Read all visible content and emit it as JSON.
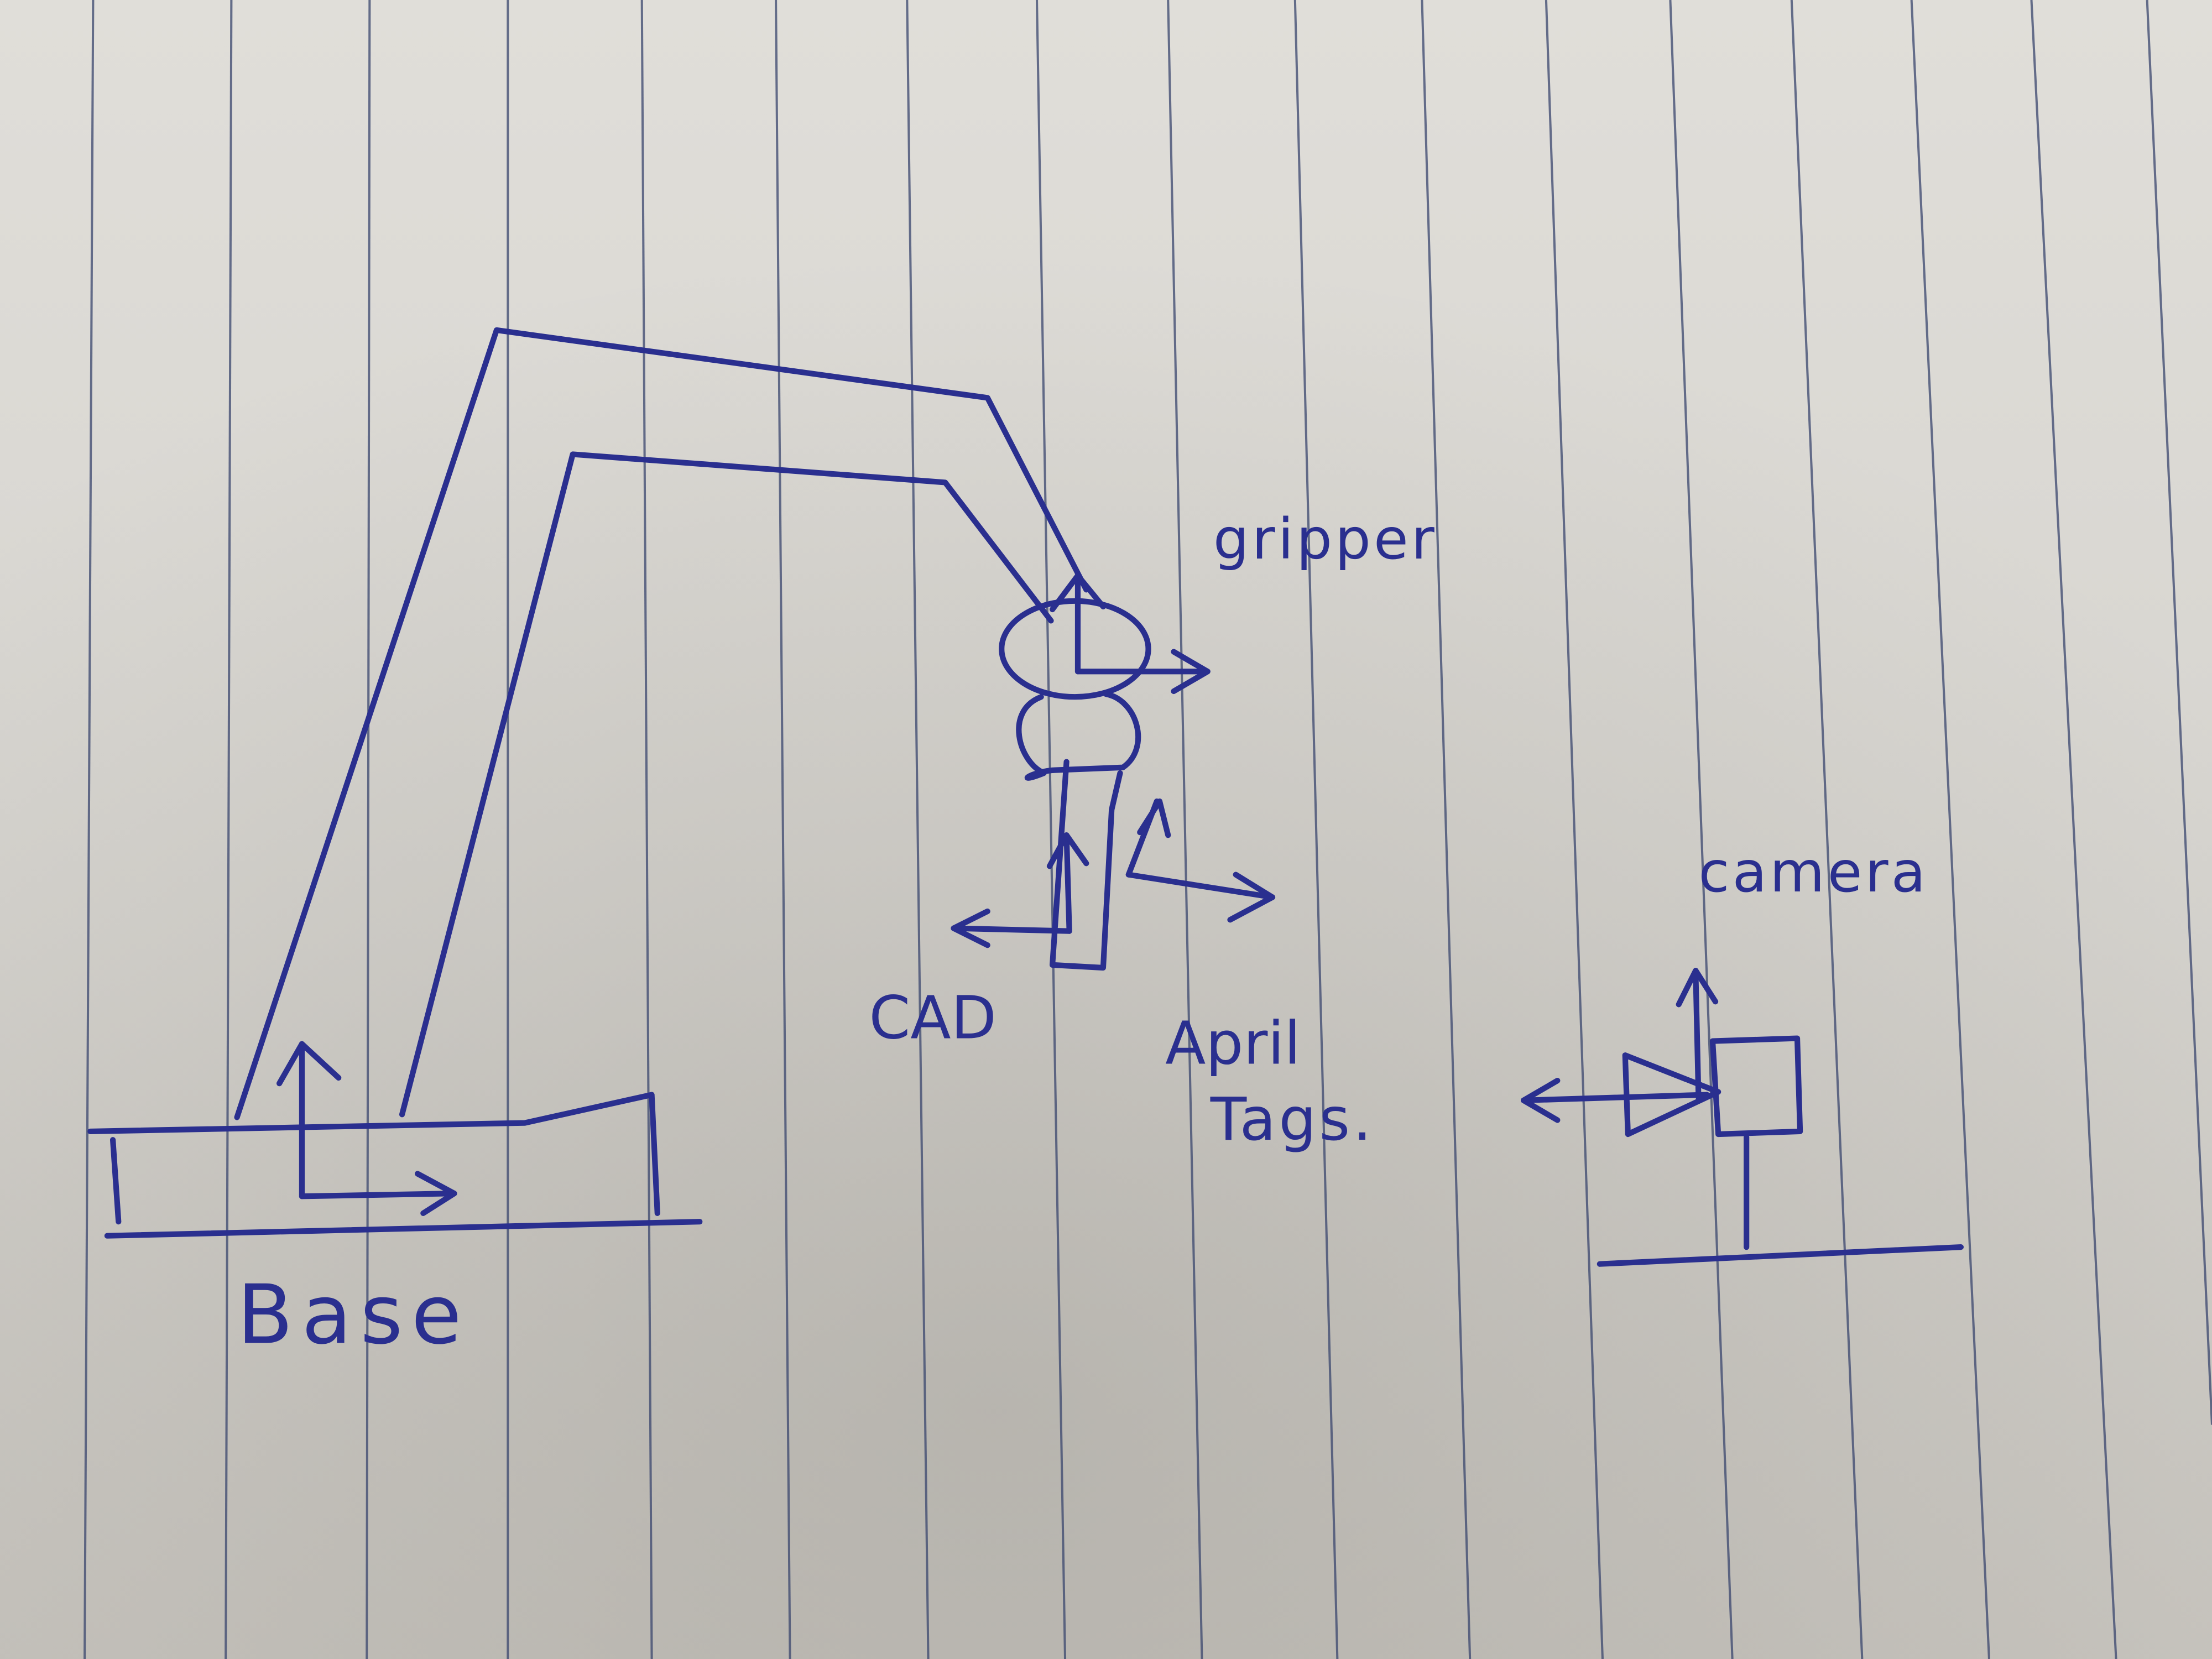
{
  "labels": {
    "base": "Base",
    "gripper": "gripper",
    "cad": "CAD",
    "april_line1": "April",
    "april_line2": "Tags.",
    "camera": "camera"
  },
  "colors": {
    "paper": "#dcdad5",
    "ruled_line": "#2f3e6b",
    "ink": "#2a2f8f",
    "shadow": "#9a978f"
  },
  "icons": {
    "base_frame": "coordinate-axes-icon",
    "gripper_frame": "coordinate-axes-icon",
    "cad_frame": "coordinate-axes-icon",
    "april_tag_frame": "coordinate-axes-icon",
    "camera_frame": "coordinate-axes-icon",
    "camera": "camera-icon"
  }
}
